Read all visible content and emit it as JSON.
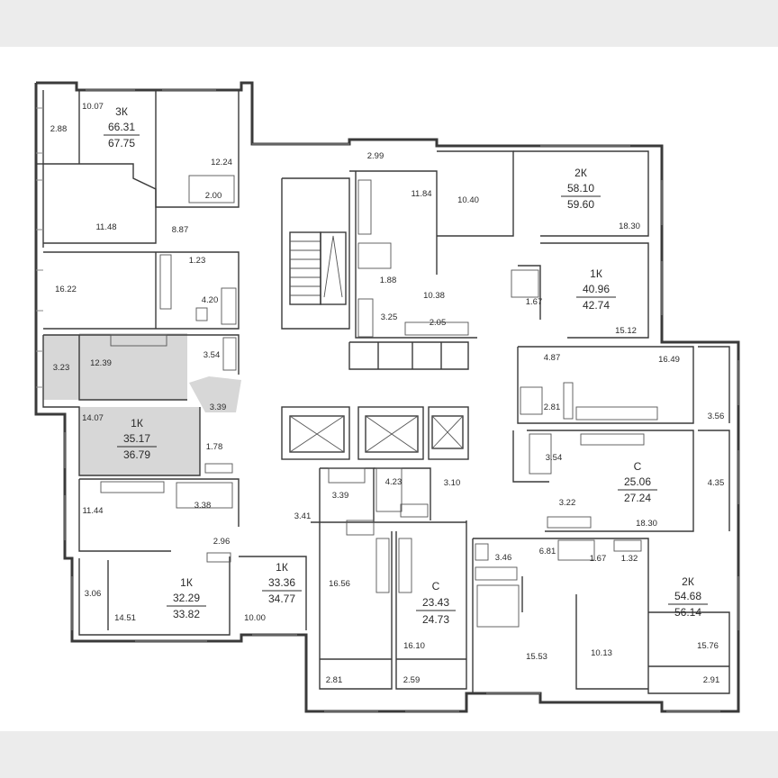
{
  "apartments": [
    {
      "id": "3k-top-left",
      "type": "3К",
      "living": "66.31",
      "total": "67.75"
    },
    {
      "id": "2k-top-right",
      "type": "2К",
      "living": "58.10",
      "total": "59.60"
    },
    {
      "id": "1k-right",
      "type": "1К",
      "living": "40.96",
      "total": "42.74"
    },
    {
      "id": "1k-left-highlight",
      "type": "1К",
      "living": "35.17",
      "total": "36.79"
    },
    {
      "id": "s-right",
      "type": "С",
      "living": "25.06",
      "total": "27.24"
    },
    {
      "id": "1k-bottom-left",
      "type": "1К",
      "living": "32.29",
      "total": "33.82"
    },
    {
      "id": "1k-bottom-mid",
      "type": "1К",
      "living": "33.36",
      "total": "34.77"
    },
    {
      "id": "s-bottom-mid",
      "type": "С",
      "living": "23.43",
      "total": "24.73"
    },
    {
      "id": "2k-bottom-right",
      "type": "2К",
      "living": "54.68",
      "total": "56.14"
    }
  ],
  "rooms": [
    "10.07",
    "2.88",
    "12.24",
    "2.00",
    "11.48",
    "8.87",
    "1.23",
    "16.22",
    "4.20",
    "12.39",
    "3.23",
    "3.54",
    "3.39",
    "14.07",
    "1.78",
    "11.44",
    "3.38",
    "2.96",
    "3.06",
    "14.51",
    "10.00",
    "2.99",
    "11.84",
    "10.40",
    "18.30",
    "1.88",
    "10.38",
    "3.25",
    "2.05",
    "1.67",
    "15.12",
    "4.87",
    "16.49",
    "2.81",
    "3.56",
    "3.54",
    "4.35",
    "3.22",
    "18.30",
    "4.23",
    "3.10",
    "3.39",
    "3.41",
    "16.56",
    "3.46",
    "6.81",
    "1.67",
    "1.32",
    "16.10",
    "15.53",
    "10.13",
    "15.76",
    "2.81",
    "2.59",
    "2.91"
  ]
}
